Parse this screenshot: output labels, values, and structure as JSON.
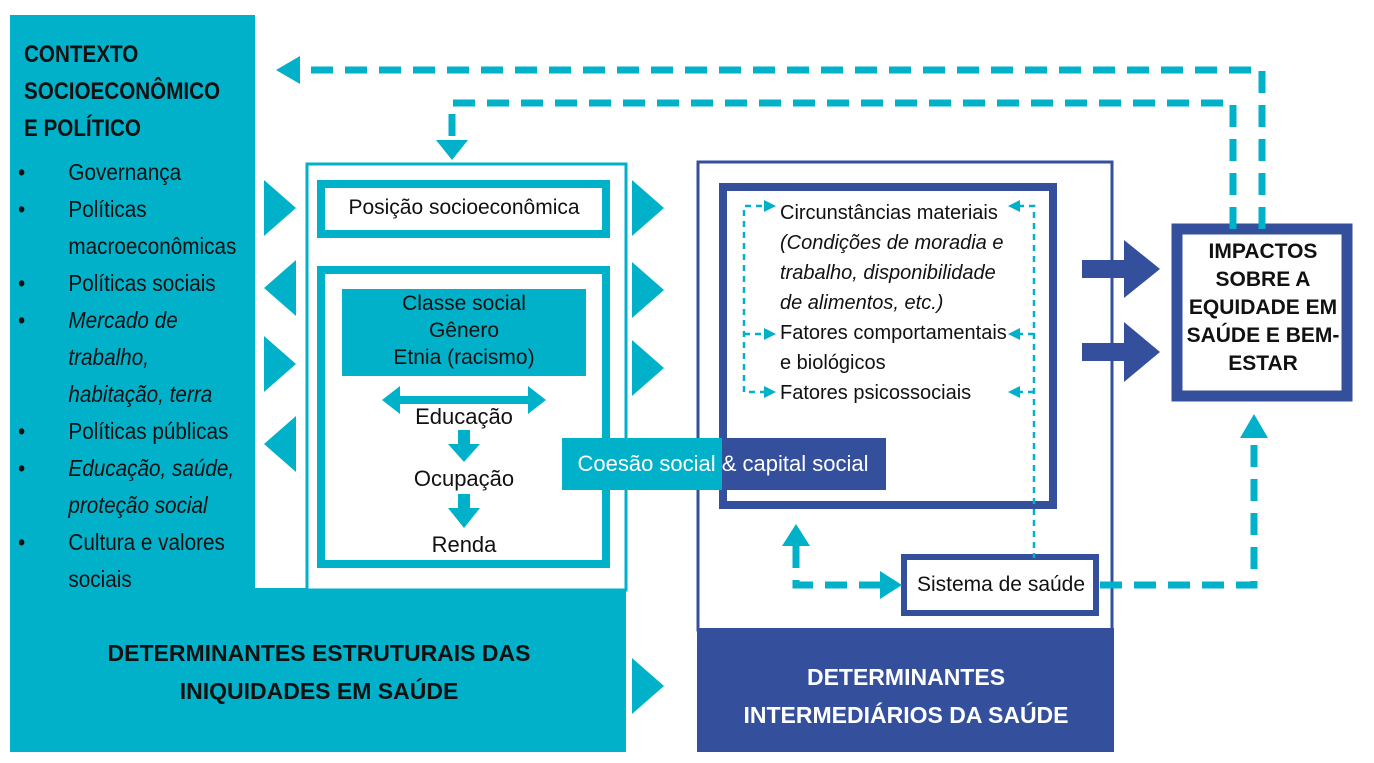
{
  "context": {
    "title": [
      "CONTEXTO",
      "SOCIOECONÔMICO",
      "E POLÍTICO"
    ],
    "items": [
      {
        "lines": [
          "Governança"
        ],
        "italic": false
      },
      {
        "lines": [
          "Políticas",
          "macroeconômicas"
        ],
        "italic": false
      },
      {
        "lines": [
          "Políticas sociais"
        ],
        "italic": false
      },
      {
        "lines": [
          "Mercado de",
          "trabalho,",
          "habitação, terra"
        ],
        "italic": true
      },
      {
        "lines": [
          "Políticas públicas"
        ],
        "italic": false
      },
      {
        "lines": [
          "Educação, saúde,",
          "proteção social"
        ],
        "italic": true
      },
      {
        "lines": [
          "Cultura e valores",
          "sociais"
        ],
        "italic": false
      }
    ]
  },
  "structural": {
    "position": "Posição socioeconômica",
    "class_lines": [
      "Classe social",
      "Gênero",
      "Etnia (racismo)"
    ],
    "education": "Educação",
    "occupation": "Ocupação",
    "income": "Renda"
  },
  "intermediary": {
    "material": "Circunstâncias materiais",
    "material_detail": [
      "(Condições de moradia e",
      "trabalho, disponibilidade",
      "de alimentos, etc.)"
    ],
    "behavioral": [
      "Fatores comportamentais",
      "e biológicos"
    ],
    "psychosocial": "Fatores psicossociais",
    "cohesion": "Coesão social & capital social",
    "health_system": "Sistema de saúde"
  },
  "impacts": [
    "IMPACTOS",
    "SOBRE A",
    "EQUIDADE EM",
    "SAÚDE E BEM-",
    "ESTAR"
  ],
  "footer": {
    "structural": [
      "DETERMINANTES ESTRUTURAIS DAS",
      "INIQUIDADES EM SAÚDE"
    ],
    "intermediary": [
      "DETERMINANTES",
      "INTERMEDIÁRIOS DA SAÚDE"
    ]
  },
  "colors": {
    "cyan": "#00b1c9",
    "navy": "#34509d",
    "white": "#ffffff"
  }
}
